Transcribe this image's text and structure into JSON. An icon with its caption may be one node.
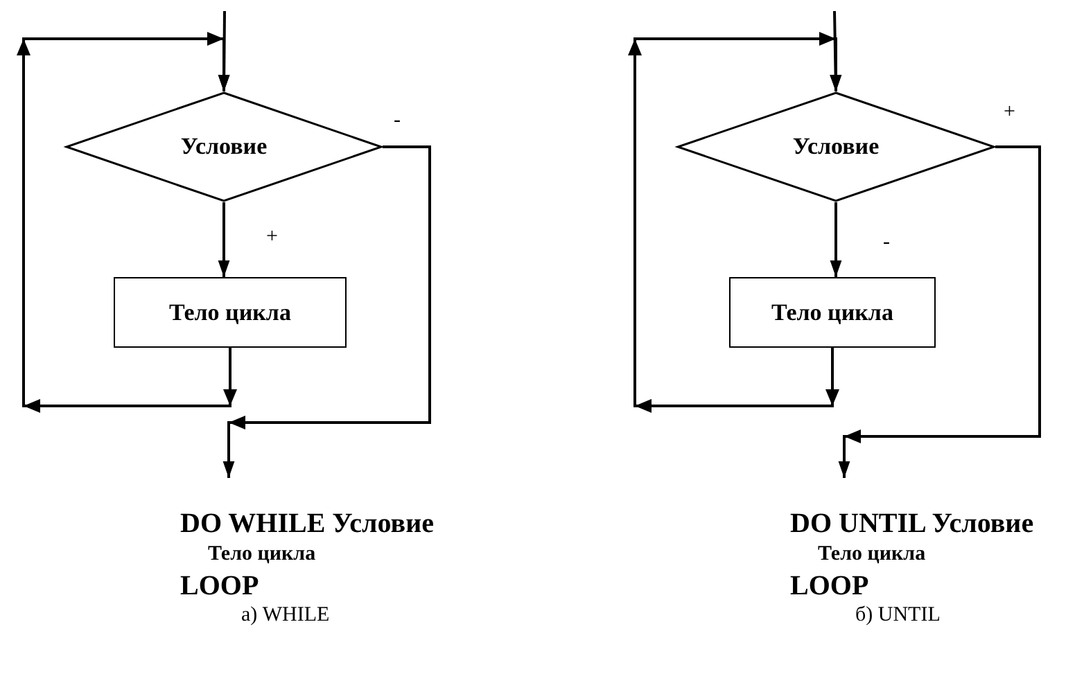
{
  "diagram": {
    "nodes": [
      {
        "text": [
          "Условие"
        ]
      },
      {
        "text": [
          "Тело цикла"
        ]
      },
      {
        "text": [
          "Условие"
        ]
      },
      {
        "text": [
          "Тело цикла"
        ]
      }
    ],
    "edges": [
      {
        "from": null,
        "to": 0,
        "arrow": "to"
      },
      {
        "from": 0,
        "to": 1,
        "arrow": "to",
        "label": "+"
      },
      {
        "from": 1,
        "to": 0,
        "arrow": "to"
      },
      {
        "from": 0,
        "to": null,
        "arrow": "to",
        "label": "-"
      },
      {
        "from": null,
        "to": 2,
        "arrow": "to"
      },
      {
        "from": 2,
        "to": 3,
        "arrow": "to",
        "label": "-"
      },
      {
        "from": 3,
        "to": 2,
        "arrow": "to"
      },
      {
        "from": 2,
        "to": null,
        "arrow": "to",
        "label": "+"
      }
    ],
    "labels": [
      "DO WHILE Условие",
      "Тело цикла",
      "LOOP",
      "а) WHILE",
      "DO UNTIL Условие",
      "Тело цикла",
      "LOOP",
      "б) UNTIL"
    ]
  }
}
